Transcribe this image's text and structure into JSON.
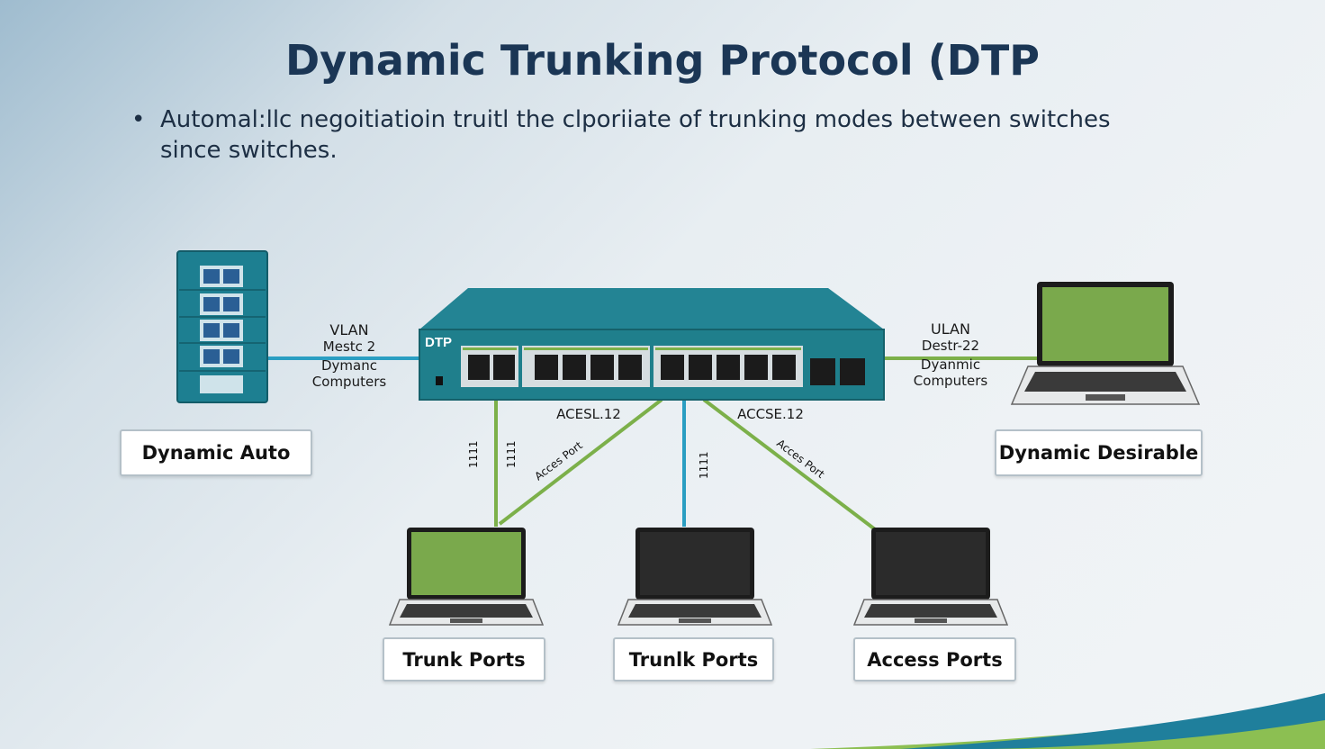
{
  "title": "Dynamic Trunking Protocol (DTP",
  "bullet": {
    "line1": "Automal:llc negoitiatioin truitl the clporiiate of trunking modes between switches",
    "line2": "since switches."
  },
  "switch": {
    "brand": "DTP"
  },
  "left_link": {
    "line1": "VLAN",
    "line2": "Mestc 2",
    "line3": "Dymanc",
    "line4": "Computers"
  },
  "right_link": {
    "line1": "ULAN",
    "line2": "Destr-22",
    "line3": "Dyanmic",
    "line4": "Computers"
  },
  "port_labels": {
    "left": "ACESL.12",
    "right": "ACCSE.12"
  },
  "link_labels": {
    "trunk1": "1111",
    "trunk2": "1111",
    "access1": "Acces Port",
    "trunk3": "1111",
    "access2": "Acces Port"
  },
  "boxes": {
    "dynamic_auto": "Dynamic Auto",
    "dynamic_desirable": "Dynamic Desirable",
    "trunk_ports_1": "Trunk Ports",
    "trunk_ports_2": "Trunlk Ports",
    "access_ports": "Access Ports"
  },
  "colors": {
    "switch_teal": "#1f7f8c",
    "link_blue": "#2a9ec2",
    "link_green": "#7cb04a",
    "screen_green": "#7aa94c",
    "screen_dark": "#2b2b2b"
  }
}
